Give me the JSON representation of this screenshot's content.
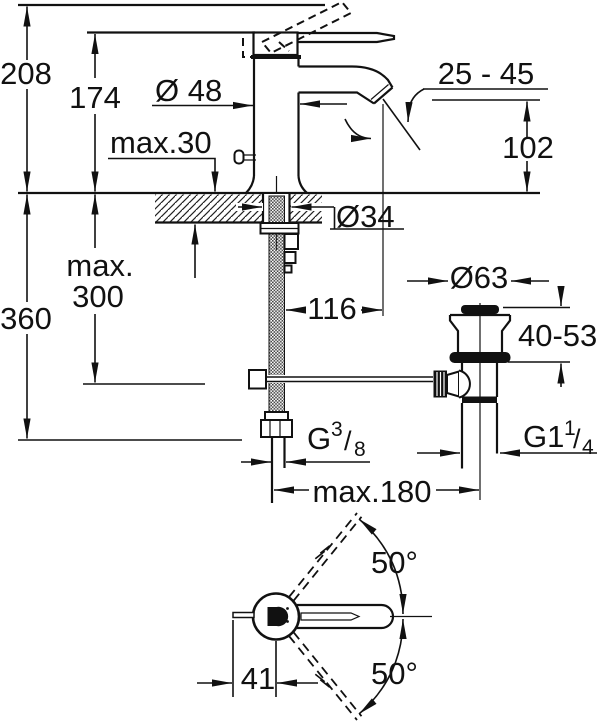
{
  "drawing": {
    "kind": "faucet-installation-dimension-drawing",
    "background": "#ffffff",
    "line_color": "#111111"
  },
  "dims": {
    "total_height": "208",
    "lever_height": "174",
    "deck_max": "max.30",
    "spout_angle_range": "25 - 45",
    "outlet_height": "102",
    "body_dia": "Ø 48",
    "shank_dia": "Ø34",
    "hose_max_1": "max.",
    "hose_max_2": "300",
    "below_total": "360",
    "spout_reach": "116",
    "waste_dia": "Ø63",
    "basin_range": "40-53",
    "g38": {
      "base": "G",
      "sup": "3",
      "slash": "/",
      "sub": "8"
    },
    "g114": {
      "base": "G1",
      "sup": "1",
      "slash": "/",
      "sub": "4"
    },
    "center_distance": "max.180",
    "swing_upper": "50°",
    "swing_lower": "50°",
    "handle_offset": "41"
  }
}
